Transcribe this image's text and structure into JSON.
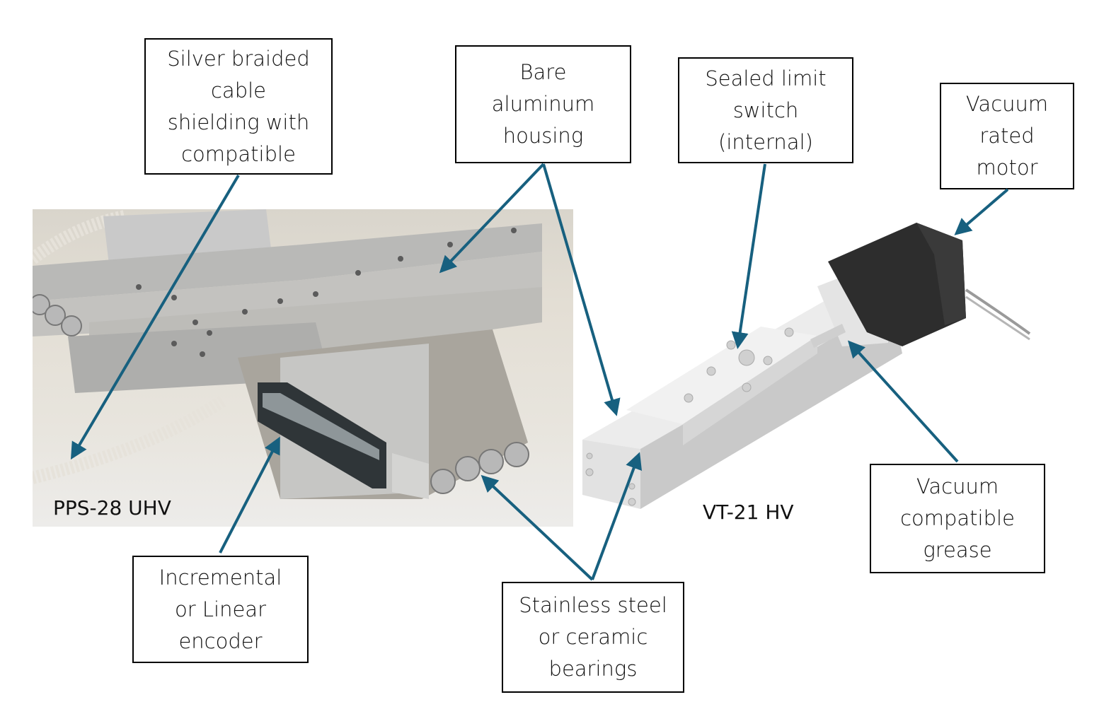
{
  "figure": {
    "left_image_label": "PPS-28 UHV",
    "right_image_label": "VT-21 HV",
    "arrow_color": "#17607F",
    "callouts": [
      {
        "id": "cable-shielding",
        "text": "Silver braided\ncable\nshielding with\ncompatible"
      },
      {
        "id": "aluminum-housing",
        "text": "Bare\naluminum\nhousing"
      },
      {
        "id": "limit-switch",
        "text": "Sealed limit\nswitch\n(internal)"
      },
      {
        "id": "vacuum-motor",
        "text": "Vacuum\nrated\nmotor"
      },
      {
        "id": "encoder",
        "text": "Incremental\nor Linear\nencoder"
      },
      {
        "id": "bearings",
        "text": "Stainless steel\nor ceramic\nbearings"
      },
      {
        "id": "grease",
        "text": "Vacuum\ncompatible\ngrease"
      }
    ]
  }
}
